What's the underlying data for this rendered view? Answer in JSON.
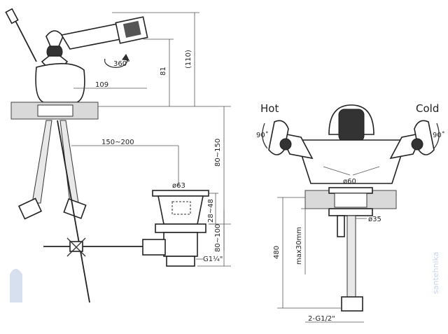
{
  "labels": {
    "hot": "Hot",
    "cold": "Cold",
    "rot_left": "90˚",
    "rot_right": "90˚",
    "rot_360": "360˚"
  },
  "dimensions": {
    "d109": "109",
    "d81": "81",
    "d110": "(110)",
    "d150_200": "150~200",
    "d80_150": "80~150",
    "d80_100": "80~100",
    "d63": "ø63",
    "d28_48": "28~48",
    "g114": "G1¼\"",
    "d60": "ø60",
    "d35": "ø35",
    "max30": "max30mm",
    "d480": "480",
    "g12": "2-G1/2\""
  },
  "watermark": "santehnika"
}
